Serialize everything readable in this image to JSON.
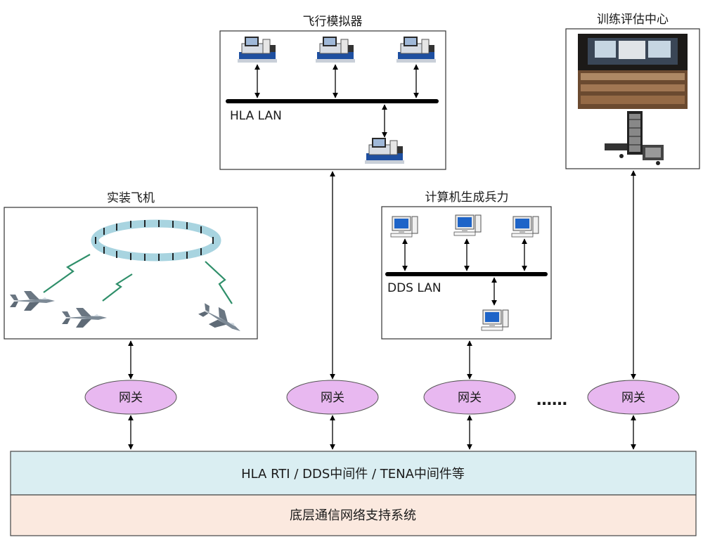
{
  "flight_simulators": {
    "title": "飞行模拟器",
    "lan_label": "HLA LAN"
  },
  "training_center": {
    "title": "训练评估中心"
  },
  "live_aircraft": {
    "title": "实装飞机"
  },
  "computer_forces": {
    "title": "计算机生成兵力",
    "lan_label": "DDS LAN"
  },
  "gateways": [
    {
      "label": "网关"
    },
    {
      "label": "网关"
    },
    {
      "label": "网关"
    },
    {
      "label": "网关"
    }
  ],
  "ellipsis": "……",
  "middleware_layer": {
    "label": "HLA RTI / DDS中间件 / TENA中间件等",
    "fill": "#daeef2"
  },
  "network_layer": {
    "label": "底层通信网络支持系统",
    "fill": "#fbe9df"
  },
  "colors": {
    "gateway_fill": "#e8b8f0",
    "ring": "#a8d4e0",
    "lightning": "#2f8f6a"
  }
}
